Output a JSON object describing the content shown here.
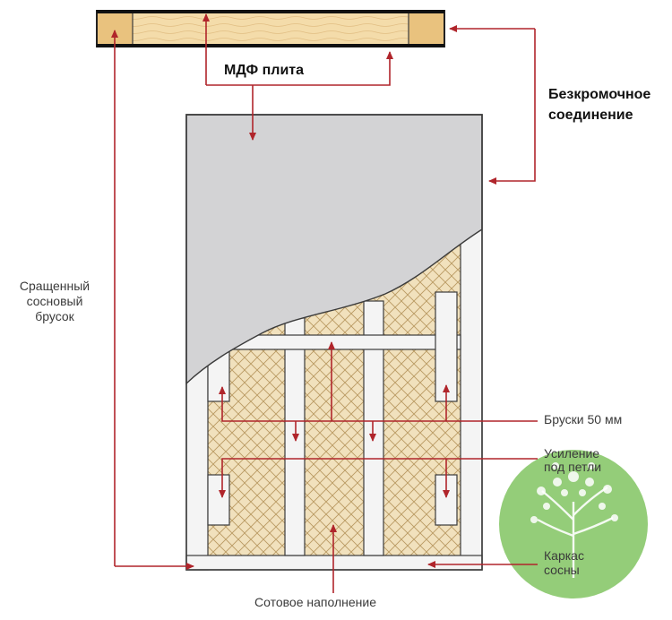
{
  "labels": {
    "mdf": "МДФ плита",
    "edgeless_line1": "Безкромочное",
    "edgeless_line2": "соединение",
    "spliced_line1": "Сращенный",
    "spliced_line2": "сосновый",
    "spliced_line3": "брусок",
    "bars": "Бруски 50 мм",
    "hinge_line1": "Усиление",
    "hinge_line2": "под петли",
    "frame_line1": "Каркас",
    "frame_line2": "сосны",
    "honeycomb": "Сотовое наполнение"
  },
  "colors": {
    "arrow": "#b0252b",
    "mdf_gray": "#d3d3d5",
    "wood": "#f2d9a8",
    "honeycomb_fill": "#f1e1bd",
    "frame_white": "#f4f4f4",
    "outline": "#3b3b3b",
    "badge_green": "#8bc96e"
  }
}
